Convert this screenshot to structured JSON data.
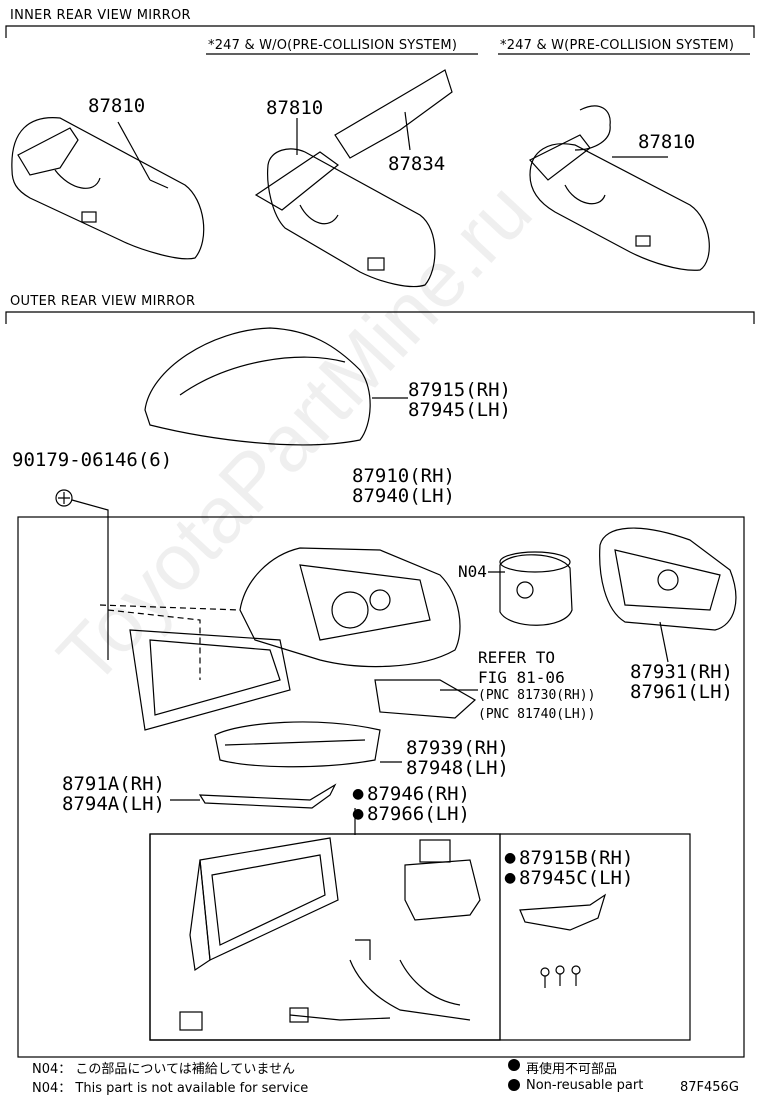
{
  "sections": {
    "inner": "INNER REAR VIEW MIRROR",
    "outer": "OUTER REAR VIEW MIRROR"
  },
  "conditions": {
    "without_pcs": "*247 & W/O(PRE-COLLISION SYSTEM)",
    "with_pcs": "*247 & W(PRE-COLLISION SYSTEM)"
  },
  "parts": {
    "p87810_a": "87810",
    "p87810_b": "87810",
    "p87834": "87834",
    "p87810_c": "87810",
    "p87915": "87915(RH)",
    "p87945": "87945(LH)",
    "p90179": "90179-06146(6)",
    "p87910": "87910(RH)",
    "p87940": "87940(LH)",
    "n04": "N04",
    "p87931": "87931(RH)",
    "p87961": "87961(LH)",
    "p87939": "87939(RH)",
    "p87948": "87948(LH)",
    "p8791a": "8791A(RH)",
    "p8794a": "8794A(LH)",
    "p87946": "87946(RH)",
    "p87966": "87966(LH)",
    "p87915b": "87915B(RH)",
    "p87945c": "87945C(LH)"
  },
  "reference": {
    "line1": "REFER TO",
    "line2": "FIG 81-06",
    "pnc1": "(PNC 81730(RH))",
    "pnc2": "(PNC 81740(LH))"
  },
  "notes": {
    "n04_jp": "N04： この部品については補給していません",
    "n04_en": "N04： This part is not available for service",
    "nonreuse_jp": "再使用不可部品",
    "nonreuse_en": "Non-reusable part"
  },
  "figure_code": "87F456G",
  "watermark": "ToyotaPartMine.ru"
}
